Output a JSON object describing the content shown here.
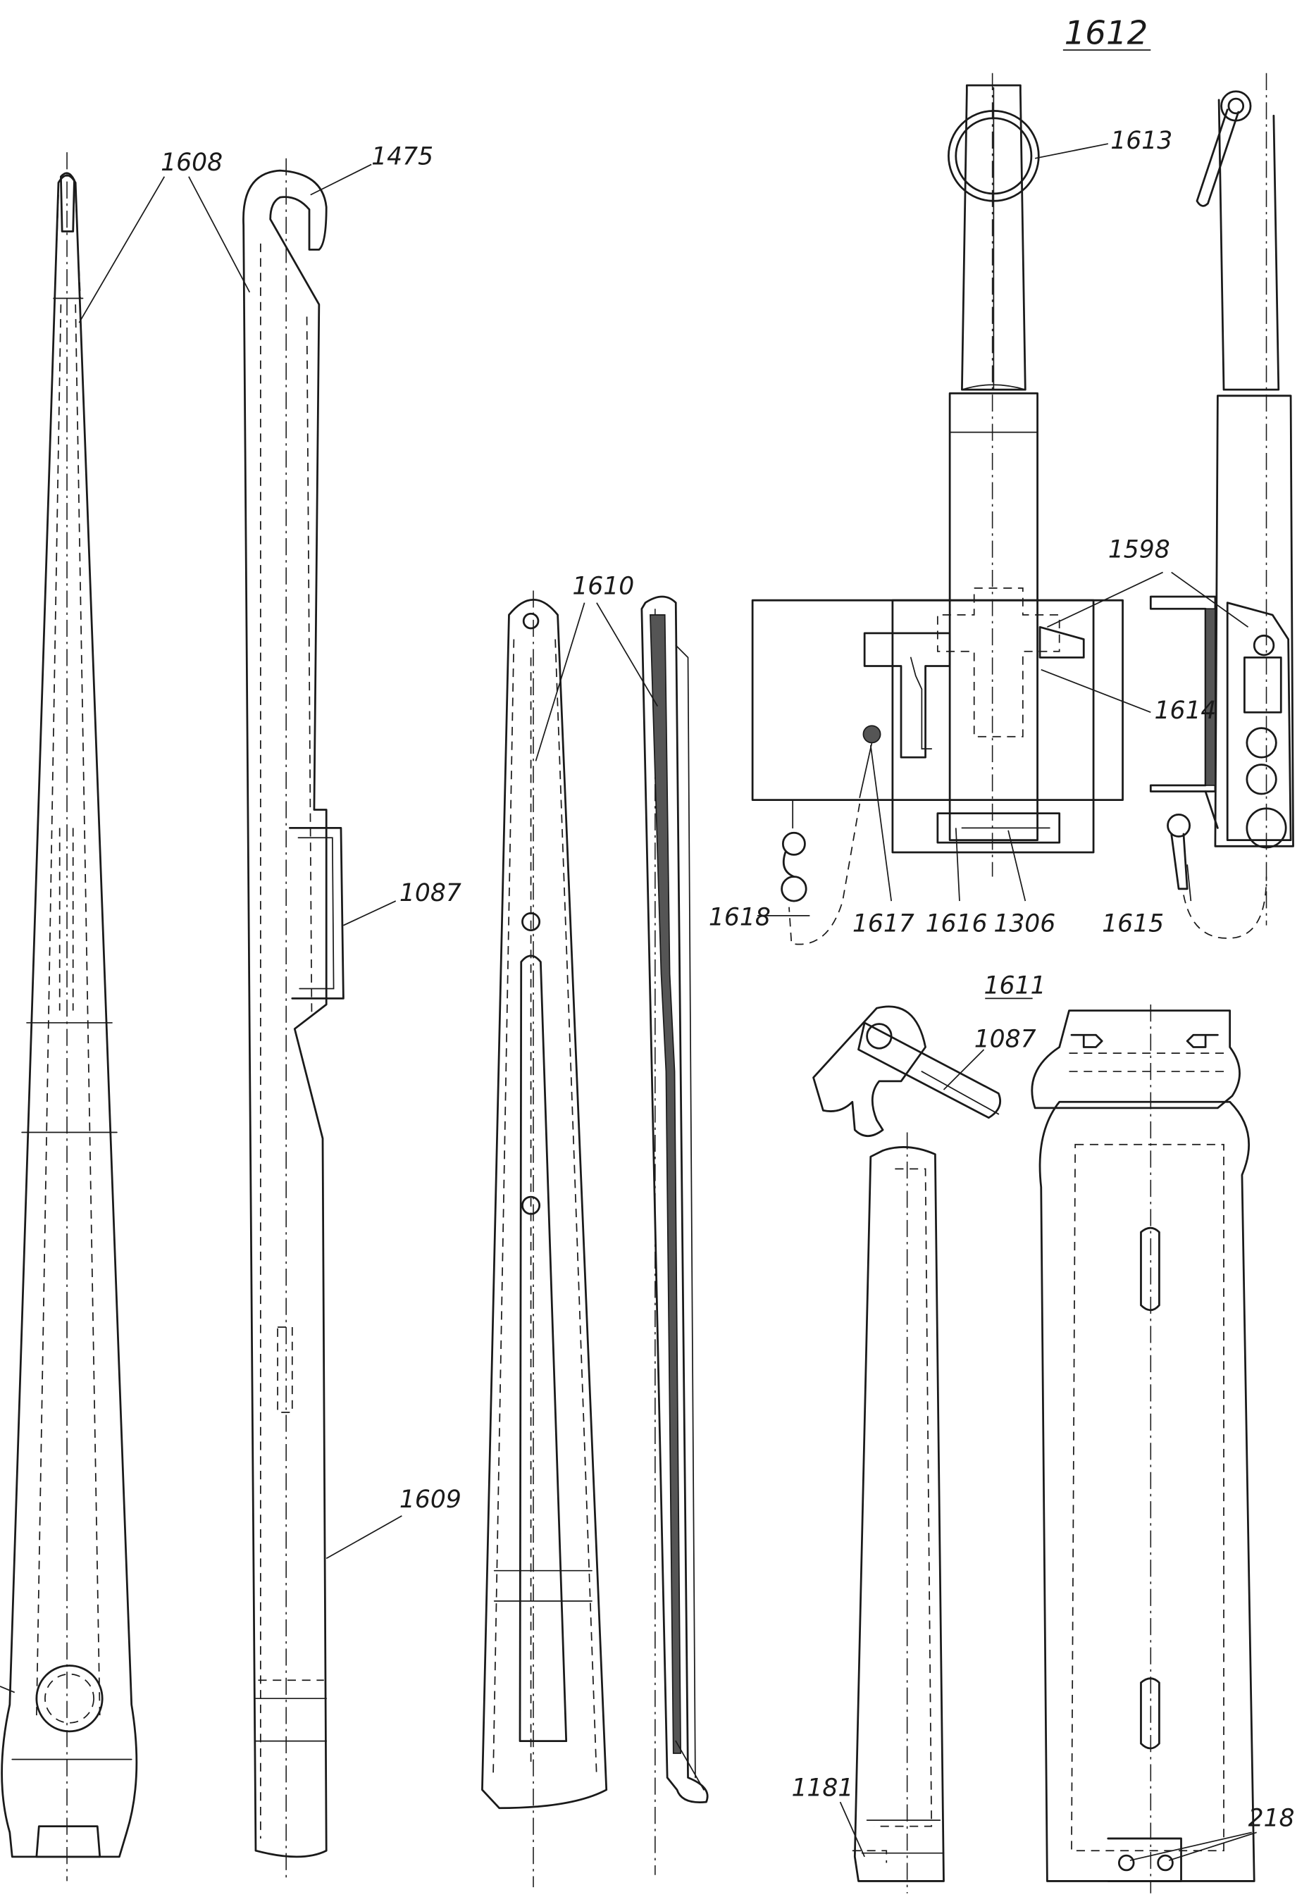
{
  "figure": {
    "title": "1612",
    "subtitle": "1611"
  },
  "labels": {
    "l1608": "1608",
    "l1475": "1475",
    "l1087a": "1087",
    "l1609": "1609",
    "l1610": "1610",
    "l1613": "1613",
    "l1598": "1598",
    "l1614": "1614",
    "l1618": "1618",
    "l1617": "1617",
    "l1616": "1616",
    "l1306": "1306",
    "l1615": "1615",
    "l1087b": "1087",
    "l1181": "1181",
    "l218": "218"
  }
}
